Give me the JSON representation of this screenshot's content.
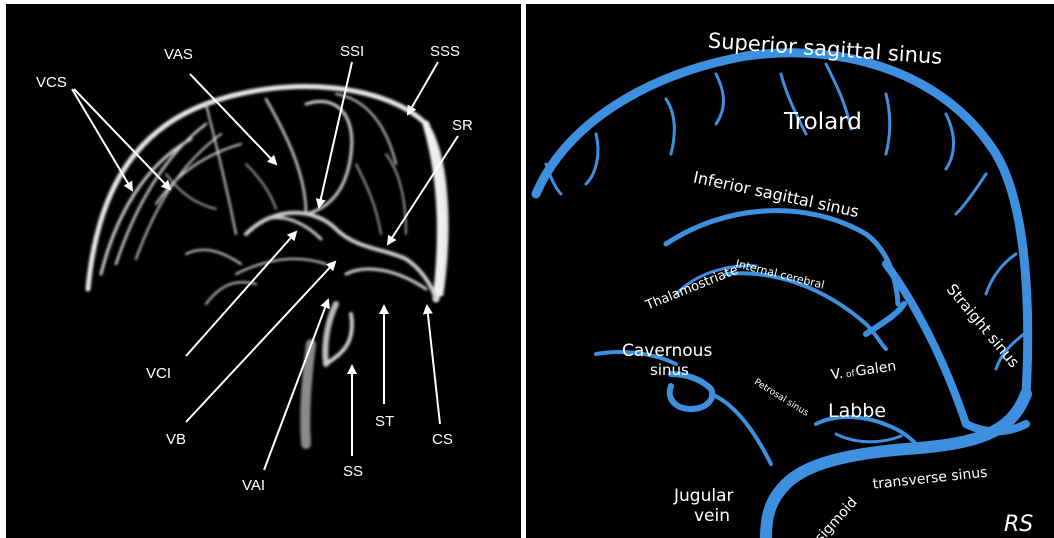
{
  "left_panel": {
    "labels": {
      "vcs": "VCS",
      "vas": "VAS",
      "ssi": "SSI",
      "sss": "SSS",
      "sr": "SR",
      "vci": "VCI",
      "vb": "VB",
      "vai": "VAI",
      "ss": "SS",
      "st": "ST",
      "cs": "CS"
    }
  },
  "right_panel": {
    "labels": {
      "superior_sagittal_sinus": "Superior sagittal sinus",
      "trolard": "Trolard",
      "inferior_sagittal_sinus": "Inferior sagittal sinus",
      "thalamostriate": "Thalamostriate",
      "internal_cerebral": "Internal cerebral",
      "straight_sinus": "Straight sinus",
      "cavernous_sinus_line1": "Cavernous",
      "cavernous_sinus_line2": "sinus",
      "v_of_galen_v": "V.",
      "v_of_galen_of": "of",
      "v_of_galen_galen": " Galen",
      "petrosal_sinus": "Petrosal sinus",
      "labbe": "Labbe",
      "transverse_sinus": "transverse sinus",
      "jugular_vein_line1": "Jugular",
      "jugular_vein_line2": "vein",
      "sigmoid": "sigmoid",
      "signature": "RS"
    },
    "colors": {
      "vein": "#3d8fe0",
      "vein_highlight": "#8cc4ff"
    }
  }
}
